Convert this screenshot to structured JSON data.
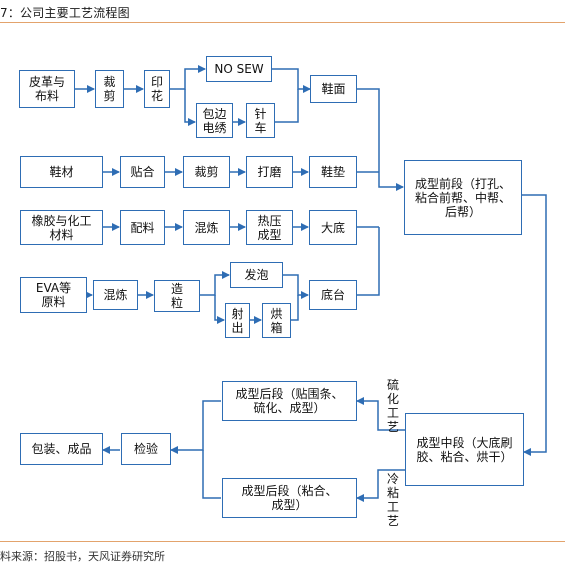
{
  "header": {
    "title": "7：公司主要工艺流程图"
  },
  "footer": {
    "source": "料来源：招股书，天风证券研究所"
  },
  "diagram": {
    "nodes": {
      "leather": "皮革与\n布料",
      "cut1": "裁\n剪",
      "print": "印\n花",
      "nosew": "NO SEW",
      "edge_embroider": "包边\n电绣",
      "needle": "针\n车",
      "upper": "鞋面",
      "shoe_material": "鞋材",
      "laminate": "贴合",
      "cut2": "裁剪",
      "grind": "打磨",
      "insole": "鞋垫",
      "rubber": "橡胶与化工\n材料",
      "mix": "配料",
      "knead1": "混炼",
      "hotpress": "热压\n成型",
      "outsole": "大底",
      "eva": "EVA等\n原料",
      "knead2": "混炼",
      "granulate": "造\n粒",
      "foam": "发泡",
      "inject": "射\n出",
      "bake": "烘\n箱",
      "midsole": "底台",
      "front": "成型前段（打孔、\n粘合前帮、中帮、\n后帮）",
      "middle": "成型中段（大底刷\n胶、粘合、烘干）",
      "back1": "成型后段（贴围条、\n硫化、成型）",
      "back2": "成型后段（粘合、\n成型）",
      "inspect": "检验",
      "pack": "包装、成品"
    },
    "labels": {
      "vulcanize": "硫\n化\n工\n艺",
      "coldglue": "冷\n粘\n工\n艺"
    },
    "colors": {
      "line": "#2e6db4",
      "border": "#2e6db4",
      "rule": "#e3a36c"
    }
  }
}
